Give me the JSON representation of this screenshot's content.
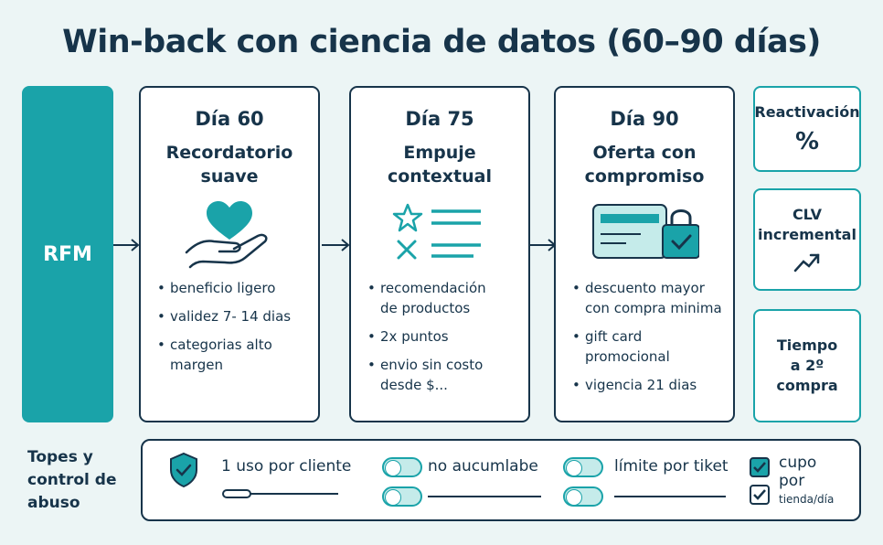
{
  "title": "Win-back con ciencia de datos (60–90 días)",
  "rfm": "RFM",
  "stages": [
    {
      "day": "Día 60",
      "name_lines": [
        "Recordatorio",
        "suave"
      ],
      "icon": "heart-hand-icon",
      "bullets": [
        [
          "beneficio ligero"
        ],
        [
          "validez 7- 14 dias"
        ],
        [
          "categorias alto",
          "margen"
        ]
      ]
    },
    {
      "day": "Día 75",
      "name_lines": [
        "Empuje",
        "contextual"
      ],
      "icon": "star-checklist-icon",
      "bullets": [
        [
          "recomendación",
          "de productos"
        ],
        [
          "2x puntos"
        ],
        [
          "envio sin costo",
          "desde $..."
        ]
      ]
    },
    {
      "day": "Día 90",
      "name_lines": [
        "Oferta con",
        "compromiso"
      ],
      "icon": "card-lock-icon",
      "bullets": [
        [
          "descuento mayor",
          "con compra minima"
        ],
        [
          "gift card",
          "promocional"
        ],
        [
          "vigencia 21 dias"
        ]
      ]
    }
  ],
  "metrics": [
    {
      "label_lines": [
        "Reactivación"
      ],
      "value": "%"
    },
    {
      "label_lines": [
        "CLV",
        "incremental"
      ],
      "value": ""
    },
    {
      "label_lines": [
        "Tiempo",
        "a 2º",
        "compra"
      ],
      "value": ""
    }
  ],
  "limits": {
    "label_lines": [
      "Topes y",
      "control de",
      "abuso"
    ],
    "items": [
      "1 uso por cliente",
      "no aucumlabe",
      "límite por tiket"
    ],
    "cupo_lines": [
      "cupo",
      "por",
      "tienda/día"
    ]
  },
  "colors": {
    "accent": "#1aa3a9",
    "dark": "#17344a",
    "background": "#ecf5f5"
  }
}
